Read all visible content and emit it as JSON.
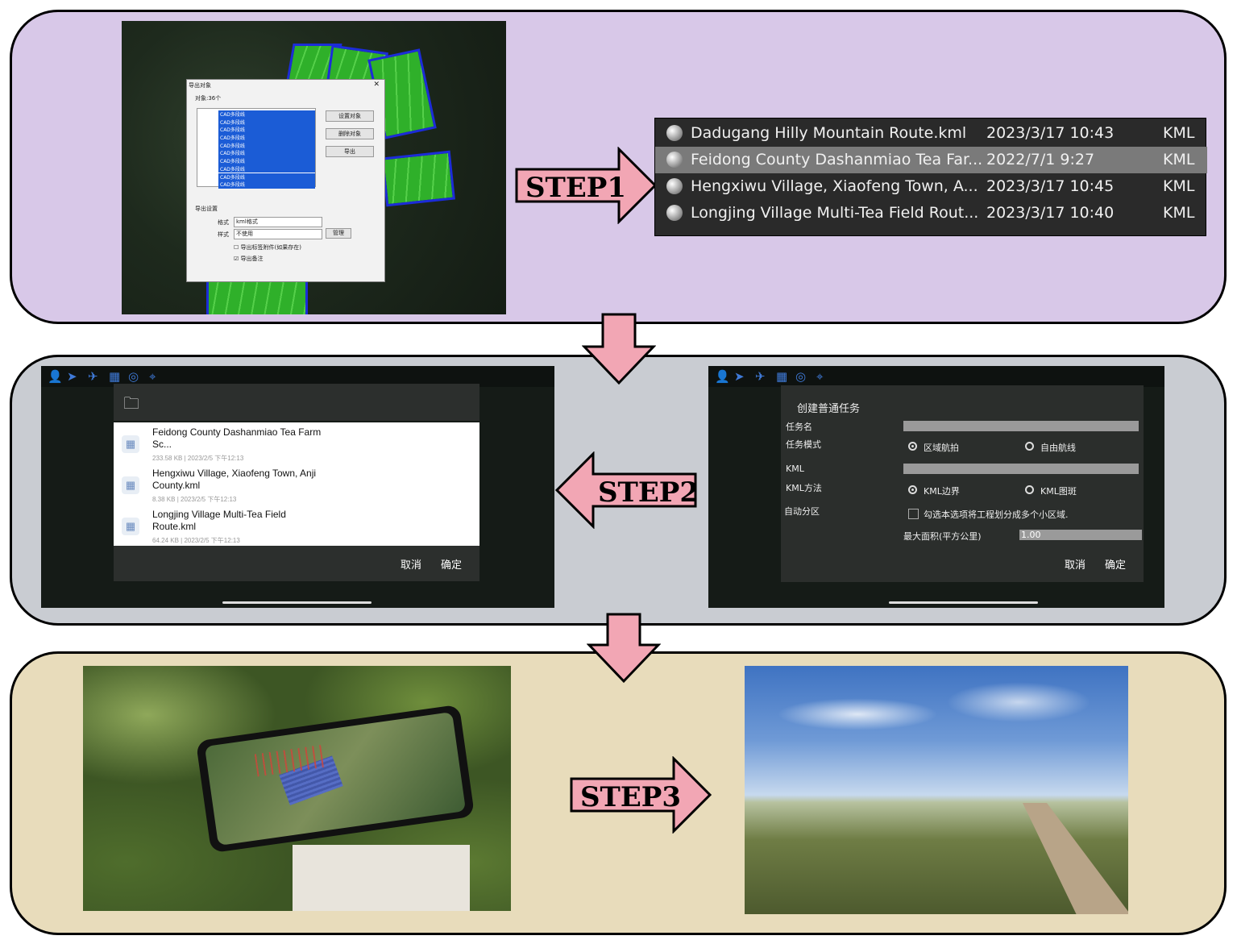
{
  "steps": {
    "step1": "STEP1",
    "step2": "STEP2",
    "step3": "STEP3"
  },
  "colors": {
    "panel1": "#d8c8e8",
    "panel2": "#c9ccd2",
    "panel3": "#e8dcbb",
    "arrow_fill": "#f2a6b4",
    "field_green": "#2fb02a",
    "field_border": "#1c2cd8"
  },
  "export_dialog": {
    "title": "导出对象",
    "count": "对象:36个",
    "items": [
      "CAD多段线",
      "CAD多段线",
      "CAD多段线",
      "CAD多段线",
      "CAD多段线",
      "CAD多段线",
      "CAD多段线",
      "CAD多段线",
      "CAD多段线",
      "CAD多段线"
    ],
    "btn_set": "设置对象",
    "btn_delete": "删除对象",
    "btn_export": "导出",
    "settings_label": "导出设置",
    "format_label": "格式",
    "format_value": "kml格式",
    "style_label": "样式",
    "style_value": "不使用",
    "manage_btn": "管理",
    "opt1": "导出标签附件(如果存在)",
    "opt2": "导出备注"
  },
  "kml_list": [
    {
      "name": "Dadugang Hilly Mountain Route.kml",
      "date": "2023/3/17 10:43",
      "type": "KML",
      "selected": false
    },
    {
      "name": "Feidong County Dashanmiao Tea Far...",
      "date": "2022/7/1 9:27",
      "type": "KML",
      "selected": true
    },
    {
      "name": "Hengxiwu Village, Xiaofeng Town, A...",
      "date": "2023/3/17 10:45",
      "type": "KML",
      "selected": false
    },
    {
      "name": "Longjing Village Multi-Tea Field Rout...",
      "date": "2023/3/17 10:40",
      "type": "KML",
      "selected": false
    }
  ],
  "file_picker": {
    "files": [
      {
        "name": "Feidong County Dashanmiao Tea Farm Sc...",
        "meta": "233.58 KB  |  2023/2/5 下午12:13"
      },
      {
        "name": "Hengxiwu Village, Xiaofeng Town, Anji County.kml",
        "meta": "8.38 KB  |  2023/2/5 下午12:13"
      },
      {
        "name": "Longjing Village Multi-Tea Field Route.kml",
        "meta": "64.24 KB  |  2023/2/5 下午12:13"
      }
    ],
    "cancel": "取消",
    "confirm": "确定"
  },
  "task_dialog": {
    "title": "创建普通任务",
    "task_name_label": "任务名",
    "task_mode_label": "任务模式",
    "mode_opt1": "区域航拍",
    "mode_opt2": "自由航线",
    "kml_label": "KML",
    "kml_method_label": "KML方法",
    "method_opt1": "KML边界",
    "method_opt2": "KML图斑",
    "auto_partition_label": "自动分区",
    "auto_partition_text": "勾选本选项将工程划分成多个小区域.",
    "max_area_label": "最大面积(平方公里)",
    "max_area_value": "1.00",
    "cancel": "取消",
    "confirm": "确定"
  }
}
